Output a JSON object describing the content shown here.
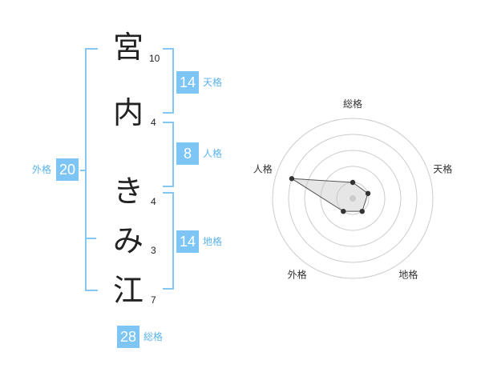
{
  "name": {
    "chars": [
      {
        "char": "宮",
        "strokes": "10"
      },
      {
        "char": "内",
        "strokes": "4"
      },
      {
        "char": "き",
        "strokes": "4"
      },
      {
        "char": "み",
        "strokes": "3"
      },
      {
        "char": "江",
        "strokes": "7"
      }
    ]
  },
  "fortunes": {
    "tenkaku": {
      "label": "天格",
      "value": "14"
    },
    "jinkaku": {
      "label": "人格",
      "value": "8"
    },
    "chikaku": {
      "label": "地格",
      "value": "14"
    },
    "gaikaku": {
      "label": "外格",
      "value": "20"
    },
    "soukaku": {
      "label": "総格",
      "value": "28"
    }
  },
  "colors": {
    "accent": "#7cc5f5",
    "bracket": "#82c8f3",
    "ring": "#cccccc",
    "point": "#333333"
  },
  "chart_data": {
    "type": "radar",
    "axes": [
      "総格",
      "天格",
      "地格",
      "外格",
      "人格"
    ],
    "max": 5,
    "values": [
      1,
      1,
      1,
      1,
      4
    ]
  }
}
